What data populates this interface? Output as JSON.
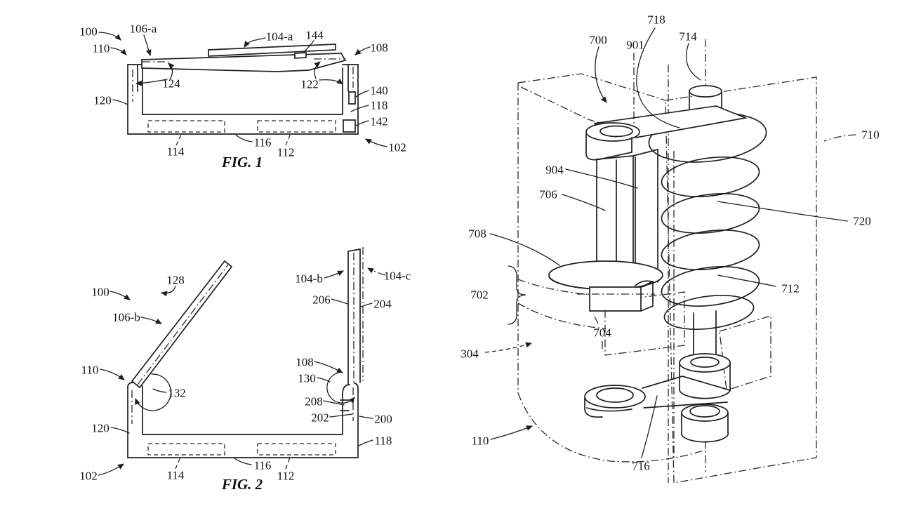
{
  "document": {
    "kind": "patent line drawing, three figures"
  },
  "figure1": {
    "caption": "FIG. 1",
    "ref_numerals": [
      "100",
      "110",
      "106-a",
      "104-a",
      "144",
      "108",
      "124",
      "122",
      "140",
      "120",
      "118",
      "142",
      "114",
      "116",
      "112",
      "102"
    ]
  },
  "figure2": {
    "caption": "FIG. 2",
    "ref_numerals": [
      "100",
      "128",
      "106-b",
      "110",
      "132",
      "120",
      "102",
      "114",
      "116",
      "112",
      "104-b",
      "104-c",
      "206",
      "204",
      "108",
      "130",
      "208",
      "202",
      "200",
      "118"
    ]
  },
  "figure3": {
    "ref_numerals": [
      "718",
      "700",
      "901",
      "714",
      "710",
      "904",
      "706",
      "708",
      "702",
      "720",
      "712",
      "304",
      "704",
      "110",
      "716"
    ]
  }
}
